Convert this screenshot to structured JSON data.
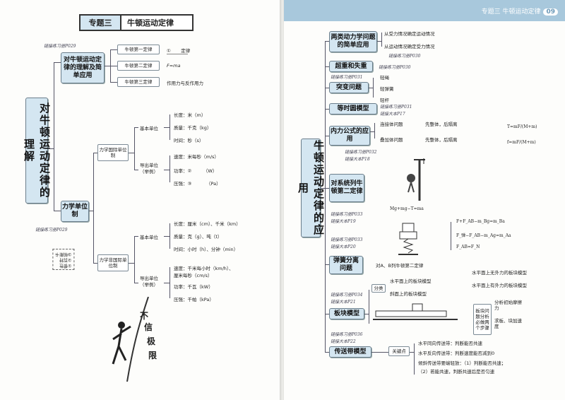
{
  "left": {
    "title_tag": "专题三",
    "title": "牛顿运动定律",
    "root": "对牛顿运动定律的理解",
    "branch1": {
      "label": "对牛顿运动定律的理解及简单应用",
      "link": "链接练习册P029",
      "items": [
        {
          "name": "牛顿第一定律",
          "detail_circle": "①",
          "detail_text": "定律"
        },
        {
          "name": "牛顿第二定律",
          "detail": "F=ma"
        },
        {
          "name": "牛顿第三定律",
          "detail": "作用力与反作用力"
        }
      ]
    },
    "branch2": {
      "label": "力学单位制",
      "link": "链接练习册P029",
      "intl": {
        "label": "力学国际单位制",
        "basic_label": "基本单位",
        "basic": [
          "长度：米（m）",
          "质量：千克（kg）",
          "时间：秒（s）"
        ],
        "derived_label": "导出单位（举例）",
        "derived": [
          "速度：米每秒（m/s）",
          "功率：②",
          "（W）",
          "压强：③",
          "（Pa）"
        ]
      },
      "nonintl": {
        "label": "力学非国际单位制",
        "basic_label": "基本单位",
        "basic": [
          "长度：厘米（cm）、千米（km）",
          "质量：克（g）、吨（t）",
          "时间：小时（h）、分钟（min）"
        ],
        "derived_label": "导出单位（举例）",
        "derived": [
          "速度：千米每小时（km/h）、",
          "厘米每秒（cm/s）",
          "功率：千瓦（kW）",
          "压强：千帕（kPa）"
        ]
      }
    },
    "answers": [
      "①惯性",
      "②瓦特",
      "③帕斯卡"
    ],
    "deco_text": [
      "不",
      "信",
      "极",
      "限"
    ]
  },
  "right": {
    "header_text": "专题三  牛顿运动定律",
    "page_number": "09",
    "root": "牛顿运动定律的应用",
    "nodes": [
      {
        "label": "两类动力学问题的简单应用",
        "leaves": [
          "从受力情况确定运动情况",
          "从运动情况确定受力情况"
        ],
        "link": "链接练习册P030"
      },
      {
        "label": "超重和失重",
        "link": "链接练习册P030"
      },
      {
        "label": "突变问题",
        "leaves": [
          "轻绳",
          "轻弹簧",
          "轻杆"
        ],
        "link": "链接练习册P031"
      },
      {
        "label": "等时圆模型",
        "links": [
          "链接练习册P031",
          "链接大本P17"
        ]
      },
      {
        "label": "内力公式的应用",
        "leaves": [
          "连接体问题",
          "先整体，后隔离",
          "叠加体问题",
          "先整体，后隔离"
        ],
        "formulas": [
          "T=mF/(M+m)",
          "f=mF/(M+m)"
        ],
        "links": [
          "链接练习册P032",
          "链接大本P18"
        ]
      },
      {
        "label": "对系统列牛顿第二定律",
        "equation": "Mg+mg−T=ma",
        "links": [
          "链接练习册P033",
          "链接大本P19"
        ]
      },
      {
        "label": "弹簧分离问题",
        "note": "对A、B列牛顿第二定律",
        "equations": [
          "F+F_AB−m_Bg=m_Ba",
          "F_弹−F_AB−m_Ag=m_Aa",
          "F_AB=F_N"
        ],
        "links": [
          "链接练习册P033",
          "链接大本P20"
        ]
      },
      {
        "label": "板块模型",
        "classify": "分类",
        "classes": [
          "水平面上的板块模型",
          "斜面上的板块模型"
        ],
        "sub_classes": [
          "水平面上无外力的板块模型",
          "水平面上有外力的板块模型"
        ],
        "method": "板块问题分析必做两个步骤",
        "method_steps": [
          "分析初始摩擦力",
          "求板、块加速度"
        ],
        "links": [
          "链接练习册P034",
          "链接大本P21"
        ]
      },
      {
        "label": "传送带模型",
        "key": "关键点",
        "points": [
          "水平同向传送带：判断能否共速",
          "水平反向传送带：判断速度能否减到0",
          "倾斜传送带要端轻放：（1）判断能否共速；",
          "（2）若能共速，判断共速后是否匀速"
        ],
        "links": [
          "链接练习册P036",
          "链接大本P22"
        ]
      }
    ]
  }
}
